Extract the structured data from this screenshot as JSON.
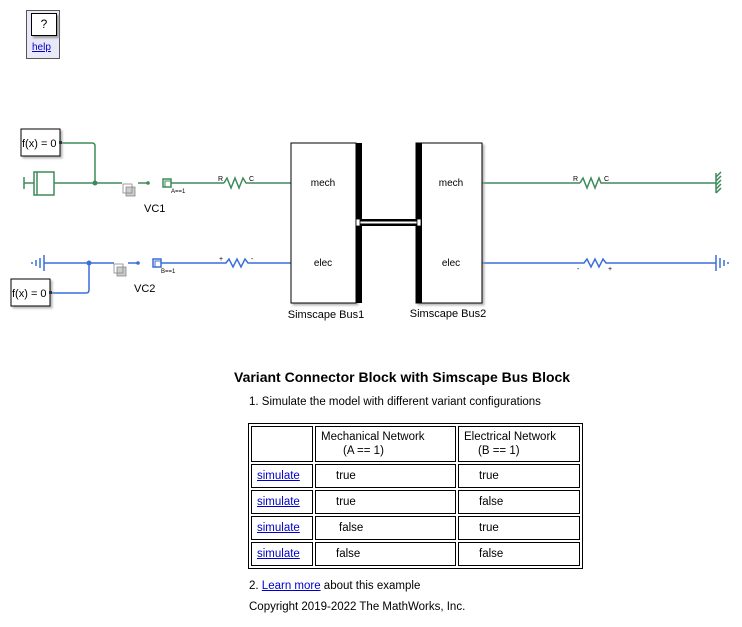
{
  "help": {
    "icon_label": "?",
    "link_label": "help"
  },
  "diagram": {
    "colors": {
      "mechanical": "#3d8a5a",
      "electrical": "#3a6fd8"
    },
    "blocks": {
      "solver1": "f(x) = 0",
      "solver2": "f(x) = 0",
      "vc1": {
        "label": "VC1",
        "condition": "A==1"
      },
      "vc2": {
        "label": "VC2",
        "condition": "B==1"
      },
      "resistor_mech_left": {
        "port_a": "R",
        "port_b": "C"
      },
      "resistor_elec_left": {
        "port_a": "+",
        "port_b": "-"
      },
      "resistor_mech_right": {
        "port_a": "R",
        "port_b": "C"
      },
      "resistor_elec_right": {
        "port_a": "-",
        "port_b": "+"
      },
      "bus1": {
        "label": "Simscape Bus1",
        "port_top": "mech",
        "port_bottom": "elec"
      },
      "bus2": {
        "label": "Simscape Bus2",
        "port_top": "mech",
        "port_bottom": "elec"
      }
    }
  },
  "annotation": {
    "title": "Variant Connector Block with Simscape Bus Block",
    "step1": "1. Simulate the model with different variant configurations",
    "table": {
      "headers": [
        "",
        {
          "line1": "Mechanical Network",
          "line2": "(A == 1)"
        },
        {
          "line1": "Electrical Network",
          "line2": "(B == 1)"
        }
      ],
      "rows": [
        {
          "action": "simulate",
          "mech": "true",
          "elec": "true"
        },
        {
          "action": "simulate",
          "mech": "true",
          "elec": "false"
        },
        {
          "action": "simulate",
          "mech": "false",
          "elec": "true"
        },
        {
          "action": "simulate",
          "mech": "false",
          "elec": "false"
        }
      ]
    },
    "step2_prefix": "2. ",
    "step2_link": "Learn more",
    "step2_suffix": " about this example",
    "copyright": "Copyright 2019-2022 The MathWorks, Inc."
  }
}
